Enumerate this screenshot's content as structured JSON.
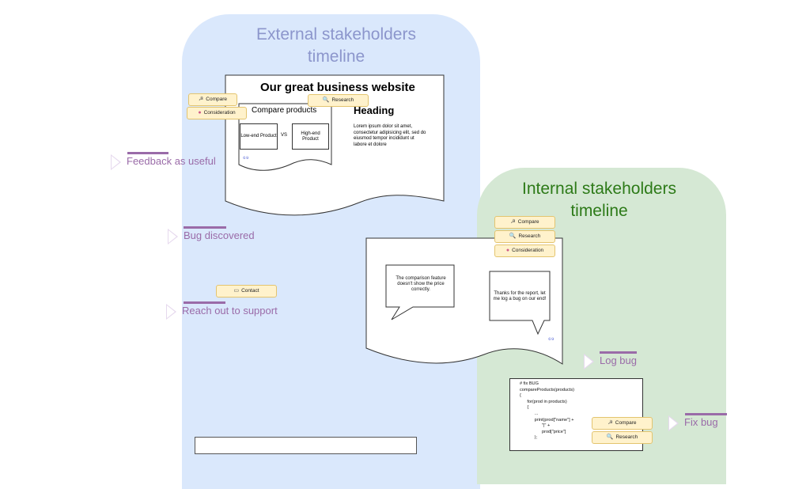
{
  "lanes": {
    "external_title": "External stakeholders timeline",
    "internal_title": "Internal stakeholders timeline"
  },
  "stages": {
    "feedback": "Feedback as useful",
    "bug": "Bug discovered",
    "reach": "Reach out to support",
    "log": "Log bug",
    "fix": "Fix bug"
  },
  "tags": {
    "compare": "Compare",
    "research": "Research",
    "consideration": "Consideration",
    "contact": "Contact"
  },
  "website": {
    "title": "Our great business website",
    "compare_heading": "Compare products",
    "low_end": "Low-end Product",
    "vs": "VS",
    "high_end": "High-end Product",
    "heading": "Heading",
    "lorem": "Lorem ipsum dolor sit amet, consectetur adipisicing elit, sed do eiusmod tempor incididunt ut labore et dolore"
  },
  "chat": {
    "customer": "The comparison feature doesn't show the price correctly.",
    "support": "Thanks for the report, let me log a bug on our end!"
  },
  "code": {
    "lines": "# fix BUG\ncompareProducts(products)\n{\n      for(prod in products)\n      {\n            ...\n            print(prod[\"name\"] +\n                  \"|\" +\n                  prod[\"price\"]\n            );"
  },
  "colors": {
    "external_lane": "#dae8fc",
    "internal_lane": "#d5e8d4",
    "stage_purple": "#9a6ba8",
    "tag_fill": "#fff2cc"
  }
}
